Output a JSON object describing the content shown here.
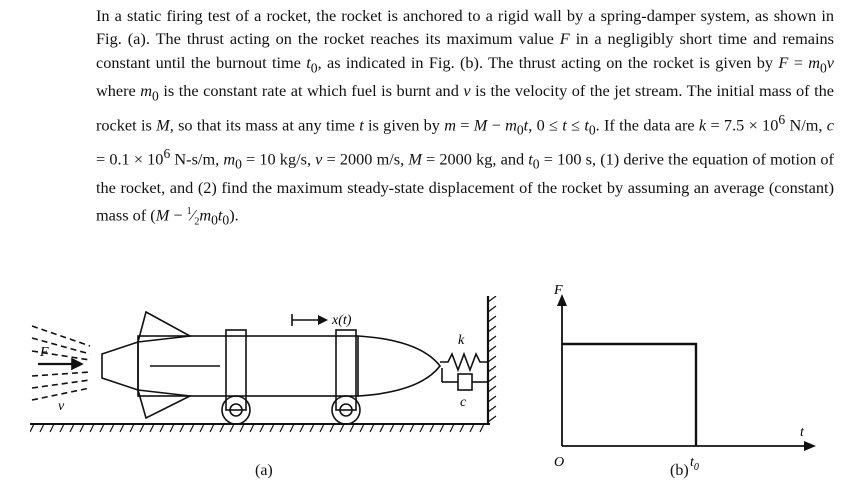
{
  "problem": {
    "segments": [
      "In a static firing test of a rocket, the rocket is anchored to a rigid wall by a spring-damper system, as shown in Fig. (a). The thrust acting on the rocket reaches its maximum value ",
      "F",
      " in a negligibly short time and remains constant until the burnout time ",
      "t",
      "0",
      ", as indicated in Fig. (b). The thrust acting on the rocket is given by ",
      "F",
      " = ",
      "m",
      "0",
      "v",
      " where ",
      "m",
      "0",
      " is the constant rate at which fuel is burnt and ",
      "v",
      " is the velocity of the jet stream. The initial mass of the rocket is ",
      "M",
      ", so that its mass at any time ",
      "t",
      " is given by ",
      "m",
      " = ",
      "M",
      " − ",
      "m",
      "0",
      "t",
      ", 0 ≤ ",
      "t",
      " ≤ ",
      "t",
      "0",
      ". If the data are ",
      "k",
      " = 7.5 × 10",
      "6",
      " N/m, ",
      "c",
      " = 0.1 × 10",
      "6",
      " N-s/m, ",
      "m",
      "0",
      " = 10 kg/s, ",
      "v",
      " = 2000 m/s, ",
      "M",
      " = 2000 kg, and ",
      "t",
      "0",
      " = 100 s, (1) derive the equation of motion of the rocket, and (2) find the maximum steady-state displacement of the rocket by assuming an average (constant) mass of (",
      "M",
      " − ",
      "1",
      "2",
      "m",
      "0",
      "t",
      "0",
      ")."
    ]
  },
  "figure_a": {
    "caption": "(a)",
    "label_F": "F",
    "label_v": "v",
    "label_x": "x(t)",
    "label_k": "k",
    "label_c": "c"
  },
  "figure_b": {
    "caption": "(b)",
    "label_F": "F",
    "label_t": "t",
    "label_O": "O",
    "label_t0": "t",
    "label_t0_sub": "0"
  }
}
